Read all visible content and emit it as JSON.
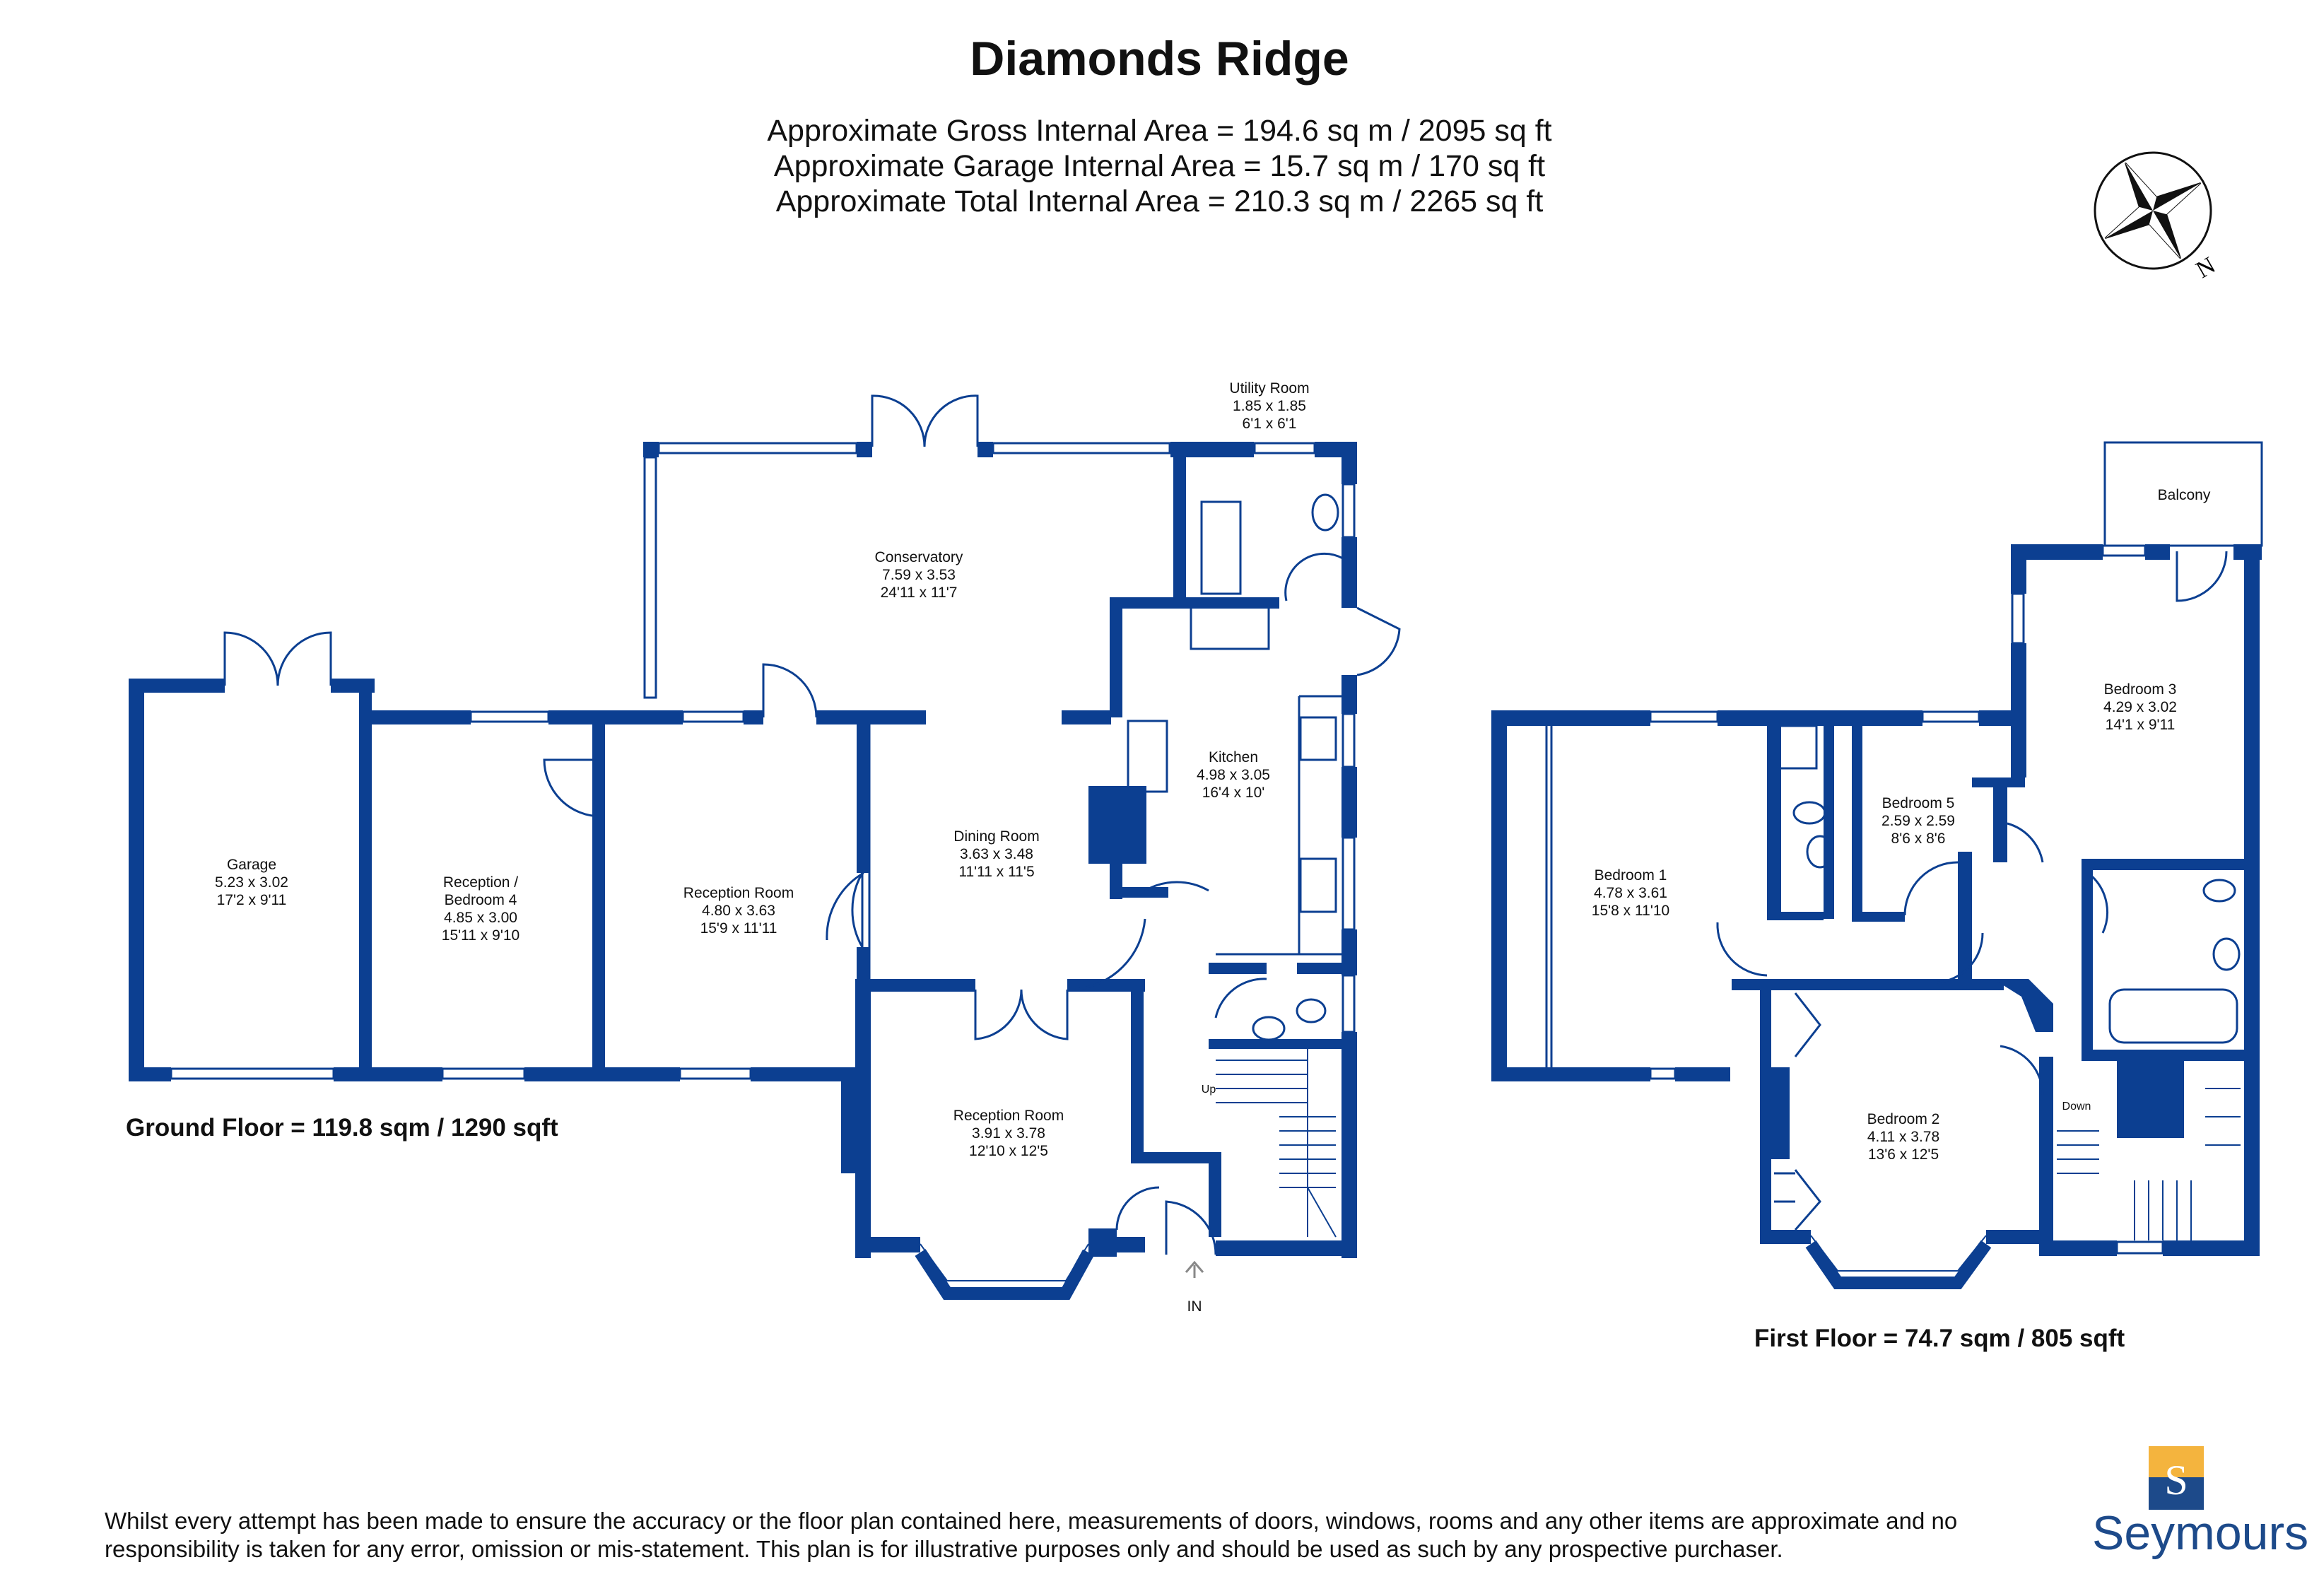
{
  "title": "Diamonds Ridge",
  "areas": [
    "Approximate Gross Internal Area = 194.6 sq m / 2095 sq ft",
    "Approximate Garage Internal Area = 15.7 sq m / 170 sq ft",
    "Approximate Total Internal Area = 210.3 sq m / 2265 sq ft"
  ],
  "ground_floor": {
    "label": "Ground Floor = 119.8 sqm / 1290 sqft",
    "rooms": [
      {
        "name": "Garage",
        "metric": "5.23 x 3.02",
        "imperial": "17'2 x 9'11"
      },
      {
        "name": "Reception /",
        "name2": "Bedroom 4",
        "metric": "4.85 x 3.00",
        "imperial": "15'11 x 9'10"
      },
      {
        "name": "Reception Room",
        "metric": "4.80 x 3.63",
        "imperial": "15'9 x 11'11"
      },
      {
        "name": "Conservatory",
        "metric": "7.59 x 3.53",
        "imperial": "24'11 x 11'7"
      },
      {
        "name": "Dining Room",
        "metric": "3.63 x 3.48",
        "imperial": "11'11 x 11'5"
      },
      {
        "name": "Reception Room",
        "metric": "3.91 x 3.78",
        "imperial": "12'10 x 12'5"
      },
      {
        "name": "Kitchen",
        "metric": "4.98 x 3.05",
        "imperial": "16'4 x 10'"
      },
      {
        "name": "Utility Room",
        "metric": "1.85 x 1.85",
        "imperial": "6'1 x 6'1"
      }
    ],
    "up": "Up",
    "entrance": "IN"
  },
  "first_floor": {
    "label": "First Floor = 74.7 sqm / 805 sqft",
    "rooms": [
      {
        "name": "Balcony"
      },
      {
        "name": "Bedroom 3",
        "metric": "4.29 x 3.02",
        "imperial": "14'1 x 9'11"
      },
      {
        "name": "Bedroom 5",
        "metric": "2.59 x 2.59",
        "imperial": "8'6 x 8'6"
      },
      {
        "name": "Bedroom 1",
        "metric": "4.78 x 3.61",
        "imperial": "15'8 x 11'10"
      },
      {
        "name": "Bedroom 2",
        "metric": "4.11 x 3.78",
        "imperial": "13'6 x 12'5"
      }
    ],
    "down": "Down"
  },
  "compass": {
    "label": "N"
  },
  "disclaimer": "Whilst every attempt has been made to ensure the accuracy or the floor plan contained here, measurements of doors, windows, rooms and any other items are approximate and no responsibility is taken for any error, omission or mis-statement. This plan is for illustrative purposes only and should be used as such by any prospective purchaser.",
  "logo": {
    "letter": "S",
    "name": "Seymours"
  },
  "colors": {
    "wall": "#0c3f91",
    "logo_blue": "#1d4a8a",
    "logo_gold": "#f4b43e"
  }
}
